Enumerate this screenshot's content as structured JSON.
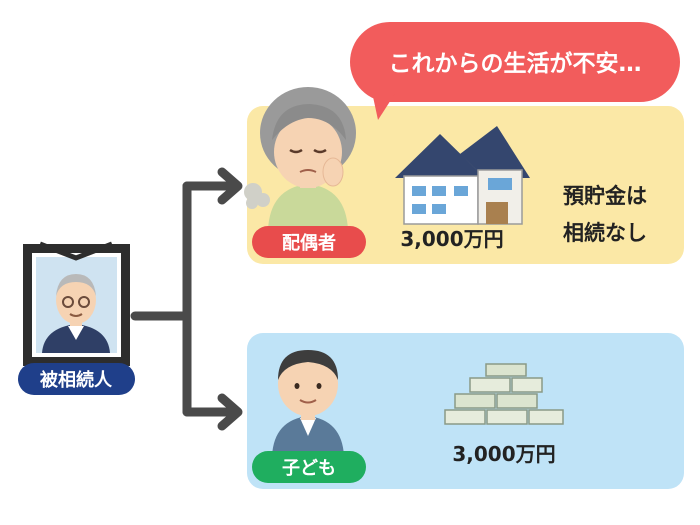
{
  "speech_bubble": {
    "text": "これからの生活が不安…"
  },
  "deceased": {
    "label": "被相続人"
  },
  "spouse": {
    "label": "配偶者",
    "house_value": "3,000万円",
    "savings_line1": "預貯金は",
    "savings_line2": "相続なし"
  },
  "child": {
    "label": "子ども",
    "cash_value": "3,000万円"
  },
  "colors": {
    "spouse_panel": "#fbe8a6",
    "child_panel": "#bfe3f7",
    "bubble": "#f25c5c",
    "spouse_badge": "#e84c4c",
    "child_badge": "#1fae5f",
    "deceased_badge": "#1f3f8a",
    "arrow": "#4a4a4a"
  }
}
